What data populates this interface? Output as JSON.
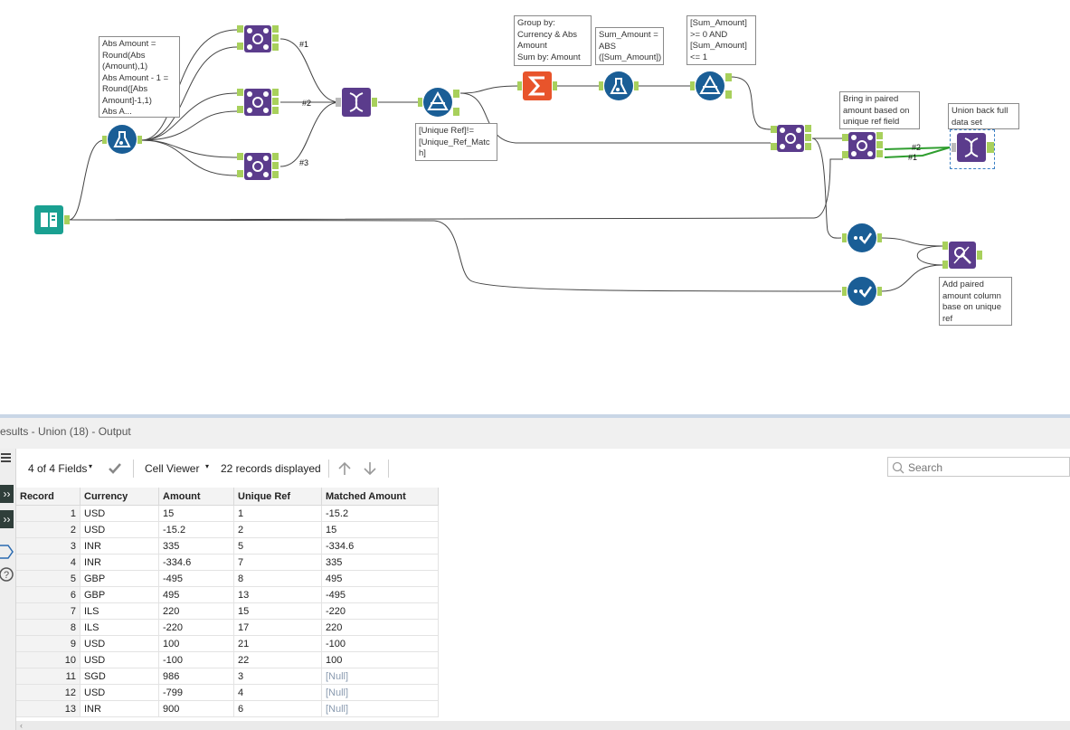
{
  "canvas": {
    "annotations": {
      "formula": "Abs Amount =\nRound(Abs\n(Amount),1)\nAbs Amount - 1 =\nRound([Abs\nAmount]-1,1)\nAbs A...",
      "filter1": "[Unique Ref]!=\n[Unique_Ref_Matc\nh]",
      "summarize": "Group by:\nCurrency & Abs\nAmount\nSum by: Amount",
      "formula2": "Sum_Amount =\nABS\n([Sum_Amount])",
      "filter2": "[Sum_Amount]\n>= 0 AND\n[Sum_Amount]\n<= 1",
      "join4": "Bring in paired\namount based on\nunique ref field",
      "union": "Union back full\ndata set",
      "select": "Add paired\namount column\nbase on unique\nref"
    },
    "connection_labels": {
      "c1": "#1",
      "c2": "#2",
      "c3": "#3",
      "u2": "#2",
      "u1": "#1"
    },
    "colors": {
      "join": "#5b3c8c",
      "formula": "#1a5e96",
      "filter": "#1a5e96",
      "summarize": "#e8542b",
      "input": "#1aa091",
      "union": "#5b3c8c",
      "select": "#5b3c8c",
      "anchor": "#a8d05c"
    }
  },
  "results": {
    "title": "esults - Union (18) - Output",
    "fields_label": "4 of 4 Fields",
    "viewer_label": "Cell Viewer",
    "records_label": "22 records displayed",
    "search_placeholder": "Search",
    "columns": [
      "Record",
      "Currency",
      "Amount",
      "Unique Ref",
      "Matched Amount"
    ],
    "rows": [
      [
        "1",
        "USD",
        "15",
        "1",
        "-15.2"
      ],
      [
        "2",
        "USD",
        "-15.2",
        "2",
        "15"
      ],
      [
        "3",
        "INR",
        "335",
        "5",
        "-334.6"
      ],
      [
        "4",
        "INR",
        "-334.6",
        "7",
        "335"
      ],
      [
        "5",
        "GBP",
        "-495",
        "8",
        "495"
      ],
      [
        "6",
        "GBP",
        "495",
        "13",
        "-495"
      ],
      [
        "7",
        "ILS",
        "220",
        "15",
        "-220"
      ],
      [
        "8",
        "ILS",
        "-220",
        "17",
        "220"
      ],
      [
        "9",
        "USD",
        "100",
        "21",
        "-100"
      ],
      [
        "10",
        "USD",
        "-100",
        "22",
        "100"
      ],
      [
        "11",
        "SGD",
        "986",
        "3",
        "[Null]"
      ],
      [
        "12",
        "USD",
        "-799",
        "4",
        "[Null]"
      ],
      [
        "13",
        "INR",
        "900",
        "6",
        "[Null]"
      ]
    ]
  }
}
